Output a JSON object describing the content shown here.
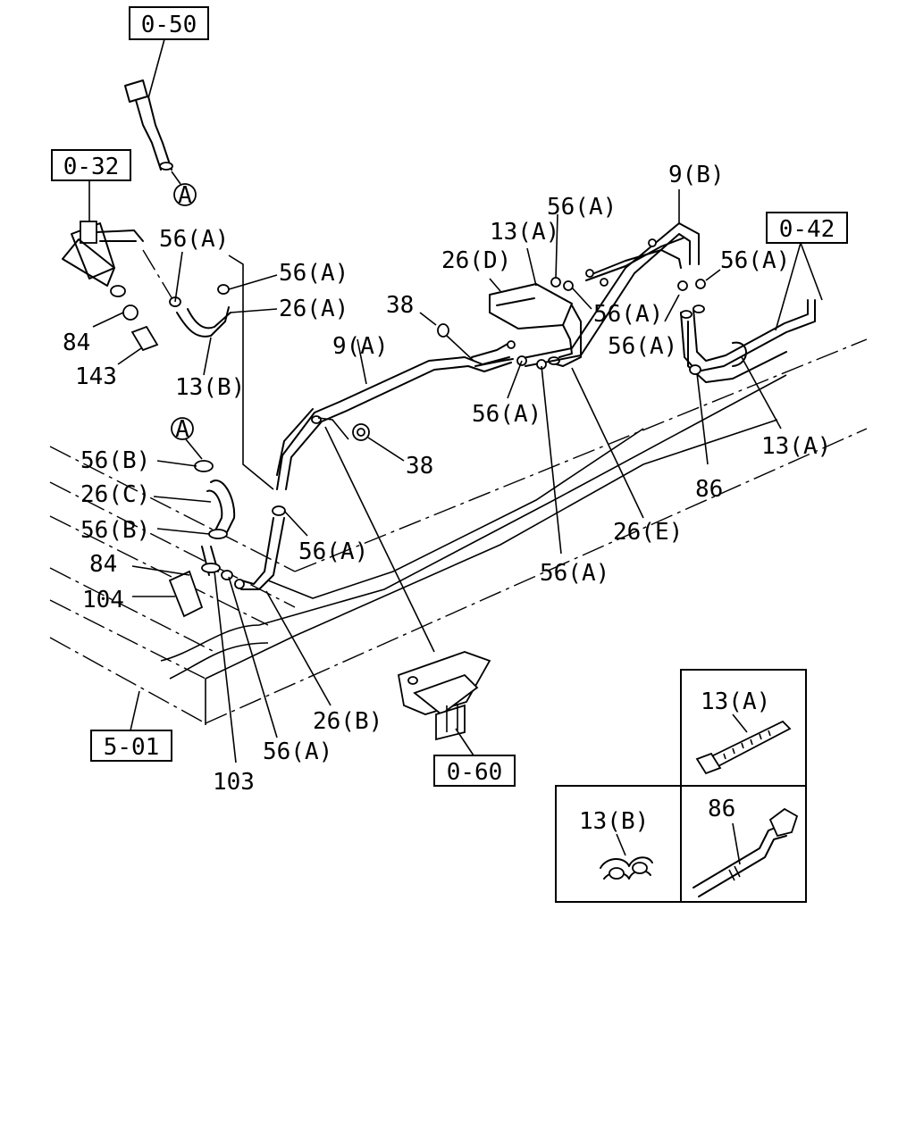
{
  "references": [
    "0-50",
    "0-32",
    "0-42",
    "5-01",
    "0-60"
  ],
  "circle_marker": "A",
  "labels": {
    "l_56a_1": "56(A)",
    "l_56a_2": "56(A)",
    "l_26a": "26(A)",
    "l_84_top": "84",
    "l_143": "143",
    "l_13b": "13(B)",
    "l_38_top": "38",
    "l_9a": "9(A)",
    "l_38_mid": "38",
    "l_56a_mid": "56(A)",
    "l_13a_top": "13(A)",
    "l_56a_top": "56(A)",
    "l_26d": "26(D)",
    "l_9b": "9(B)",
    "l_56a_r1": "56(A)",
    "l_56a_r2": "56(A)",
    "l_56a_r3": "56(A)",
    "l_13a_r": "13(A)",
    "l_86": "86",
    "l_26e": "26(E)",
    "l_56a_low": "56(A)",
    "l_56a_c": "56(A)",
    "l_56b_1": "56(B)",
    "l_26c": "26(C)",
    "l_56b_2": "56(B)",
    "l_84_low": "84",
    "l_104": "104",
    "l_26b": "26(B)",
    "l_56a_b": "56(A)",
    "l_103": "103"
  },
  "legend": {
    "tie_13a": "13(A)",
    "clip_13b": "13(B)",
    "clip_86": "86"
  }
}
